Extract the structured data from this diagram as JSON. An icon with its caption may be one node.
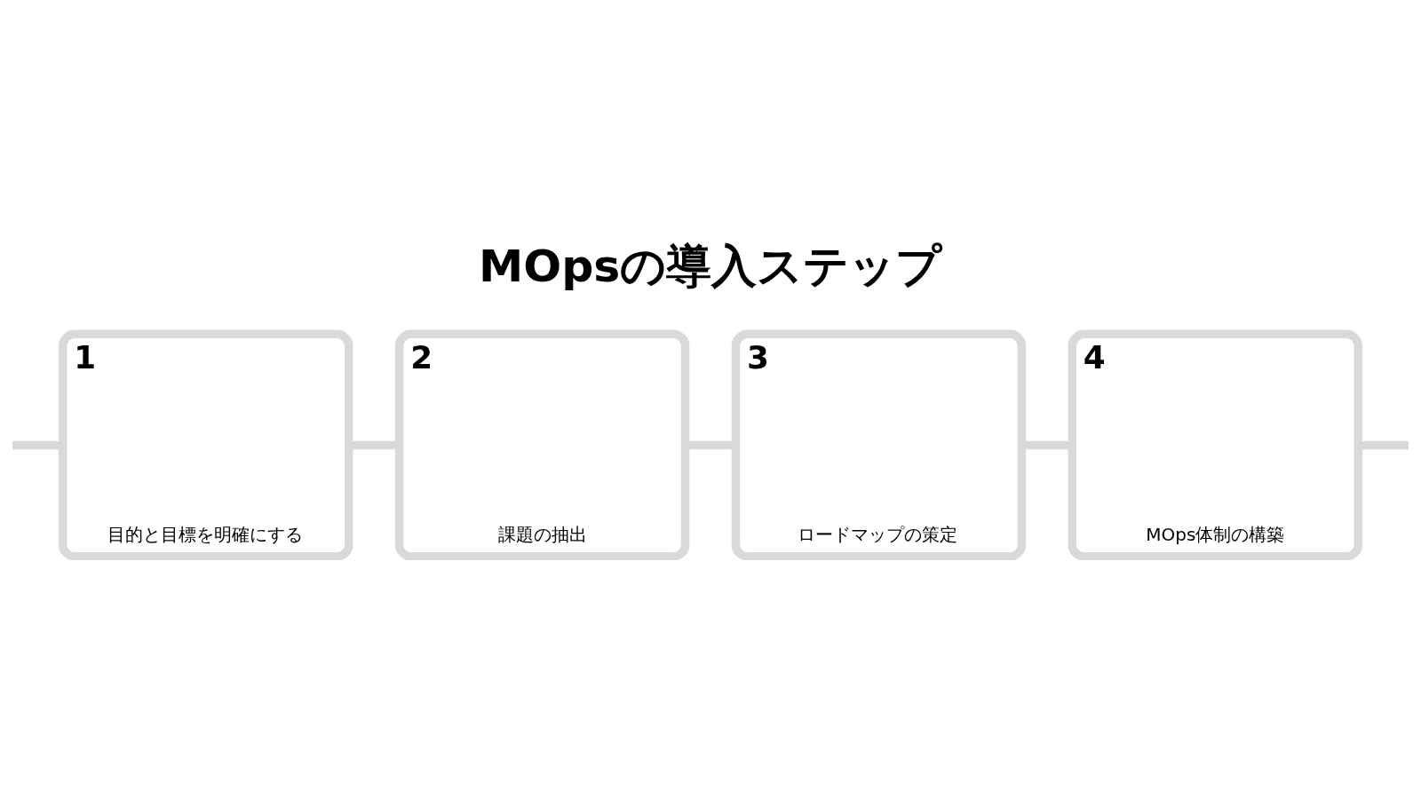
{
  "diagram": {
    "title": "MOpsの導入ステップ",
    "nodes": [
      {
        "text": [
          "1",
          "目的と目標を明確にする"
        ]
      },
      {
        "text": [
          "2",
          "課題の抽出"
        ]
      },
      {
        "text": [
          "3",
          "ロードマップの策定"
        ]
      },
      {
        "text": [
          "4",
          "MOps体制の構築"
        ]
      }
    ],
    "edges": [
      {
        "from": null,
        "to": 0,
        "arrow": "none"
      },
      {
        "from": 0,
        "to": 1,
        "arrow": "none"
      },
      {
        "from": 1,
        "to": 2,
        "arrow": "none"
      },
      {
        "from": 2,
        "to": 3,
        "arrow": "none"
      },
      {
        "from": 3,
        "to": null,
        "arrow": "none"
      }
    ]
  }
}
